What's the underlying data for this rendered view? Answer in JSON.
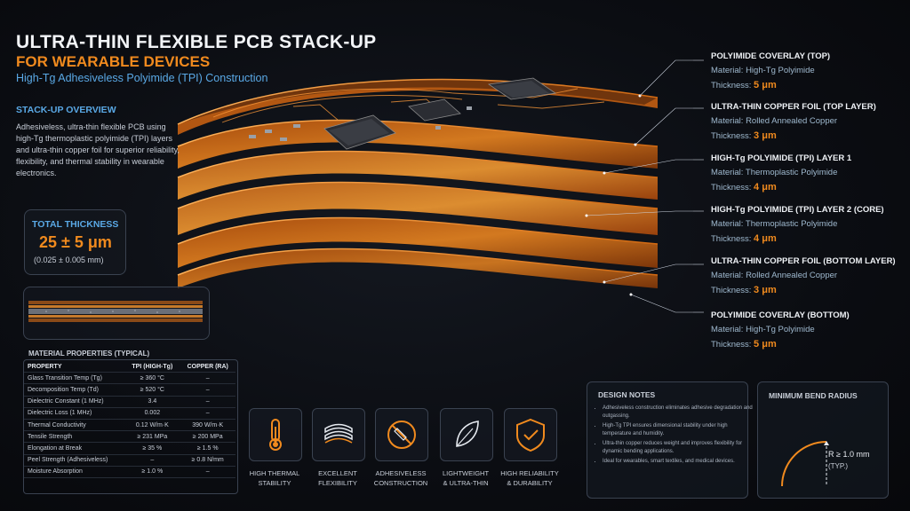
{
  "header": {
    "title": "ULTRA-THIN FLEXIBLE PCB STACK-UP",
    "subtitle": "FOR WEARABLE DEVICES",
    "tagline": "High-Tg Adhesiveless Polyimide (TPI) Construction"
  },
  "overview": {
    "heading": "STACK-UP OVERVIEW",
    "text": "Adhesiveless, ultra-thin flexible PCB using high-Tg thermoplastic polyimide (TPI) layers and ultra-thin copper foil for superior reliability, flexibility, and thermal stability in wearable electronics."
  },
  "total_thickness": {
    "heading": "TOTAL THICKNESS",
    "value": "25 ± 5 μm",
    "sub": "(0.025 ± 0.005 mm)"
  },
  "material_properties": {
    "heading": "MATERIAL PROPERTIES (TYPICAL)",
    "columns": [
      "PROPERTY",
      "TPI (HIGH-Tg)",
      "COPPER (RA)"
    ],
    "rows": [
      [
        "Glass Transition Temp (Tg)",
        "≥ 360 °C",
        "–"
      ],
      [
        "Decomposition Temp (Td)",
        "≥ 520 °C",
        "–"
      ],
      [
        "Dielectric Constant (1 MHz)",
        "3.4",
        "–"
      ],
      [
        "Dielectric Loss (1 MHz)",
        "0.002",
        "–"
      ],
      [
        "Thermal Conductivity",
        "0.12 W/m·K",
        "390 W/m·K"
      ],
      [
        "Tensile Strength",
        "≥ 231 MPa",
        "≥ 200 MPa"
      ],
      [
        "Elongation at Break",
        "≥ 35 %",
        "≥ 1.5 %"
      ],
      [
        "Peel Strength (Adhesiveless)",
        "–",
        "≥ 0.8 N/mm"
      ],
      [
        "Moisture Absorption",
        "≥ 1.0 %",
        "–"
      ]
    ]
  },
  "layers": [
    {
      "name": "POLYIMIDE COVERLAY (TOP)",
      "material": "Material: High-Tg Polyimide",
      "thickness_label": "Thickness:",
      "thickness": "5 μm"
    },
    {
      "name": "ULTRA-THIN COPPER FOIL (TOP LAYER)",
      "material": "Material: Rolled Annealed Copper",
      "thickness_label": "Thickness:",
      "thickness": "3 μm"
    },
    {
      "name": "HIGH-Tg POLYIMIDE (TPI) LAYER 1",
      "material": "Material: Thermoplastic Polyimide",
      "thickness_label": "Thickness:",
      "thickness": "4 μm"
    },
    {
      "name": "HIGH-Tg POLYIMIDE (TPI) LAYER 2 (CORE)",
      "material": "Material: Thermoplastic Polyimide",
      "thickness_label": "Thickness:",
      "thickness": "4 μm"
    },
    {
      "name": "ULTRA-THIN COPPER FOIL (BOTTOM LAYER)",
      "material": "Material: Rolled Annealed Copper",
      "thickness_label": "Thickness:",
      "thickness": "3 μm"
    },
    {
      "name": "POLYIMIDE COVERLAY (BOTTOM)",
      "material": "Material: High-Tg Polyimide",
      "thickness_label": "Thickness:",
      "thickness": "5 μm"
    }
  ],
  "features": [
    {
      "icon": "thermometer-icon",
      "line1": "HIGH THERMAL",
      "line2": "STABILITY"
    },
    {
      "icon": "flex-sheets-icon",
      "line1": "EXCELLENT",
      "line2": "FLEXIBILITY"
    },
    {
      "icon": "no-adhesive-icon",
      "line1": "ADHESIVELESS",
      "line2": "CONSTRUCTION"
    },
    {
      "icon": "leaf-icon",
      "line1": "LIGHTWEIGHT",
      "line2": "& ULTRA-THIN"
    },
    {
      "icon": "shield-check-icon",
      "line1": "HIGH RELIABILITY",
      "line2": "& DURABILITY"
    }
  ],
  "design_notes": {
    "heading": "DESIGN NOTES",
    "items": [
      "Adhesiveless construction eliminates adhesive degradation and outgassing.",
      "High-Tg TPI ensures dimensional stability under high temperature and humidity.",
      "Ultra-thin copper reduces weight and improves flexibility for dynamic bending applications.",
      "Ideal for wearables, smart textiles, and medical devices."
    ]
  },
  "bend_radius": {
    "heading": "MINIMUM BEND RADIUS",
    "value": "R ≥ 1.0 mm",
    "sub": "(TYP.)"
  },
  "colors": {
    "accent_orange": "#f08a1e",
    "accent_blue": "#5aa9e6",
    "background": "#0b0d12"
  }
}
